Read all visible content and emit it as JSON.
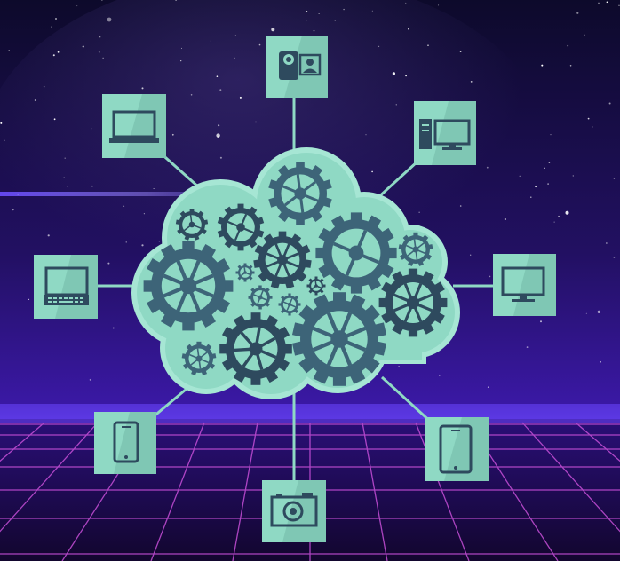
{
  "palette": {
    "sky_top": "#0f0a2e",
    "sky_mid": "#2a1370",
    "horizon_glow": "#7a5cff",
    "grid_line": "#c14bd6",
    "tile": "#8fd9c4",
    "tile_shadow": "#6fb6a3",
    "cloud": "#8fd9c4",
    "cloud_edge": "#a6e6d4",
    "gear_dark": "#2e4a5e",
    "gear_mid": "#3d6478",
    "connector": "#8fd9c4"
  },
  "nodes": [
    {
      "name": "video-call-tile",
      "icon": "video-camera-contact-icon"
    },
    {
      "name": "laptop-tile",
      "icon": "laptop-icon"
    },
    {
      "name": "desktop-pc-tile",
      "icon": "desktop-computer-icon"
    },
    {
      "name": "netbook-tile",
      "icon": "netbook-icon"
    },
    {
      "name": "monitor-tile",
      "icon": "monitor-icon"
    },
    {
      "name": "smartphone-tile",
      "icon": "smartphone-icon"
    },
    {
      "name": "tablet-tile",
      "icon": "tablet-icon"
    },
    {
      "name": "camera-tile",
      "icon": "photo-camera-icon"
    }
  ],
  "cloud": {
    "icon": "cloud-gears-icon"
  }
}
